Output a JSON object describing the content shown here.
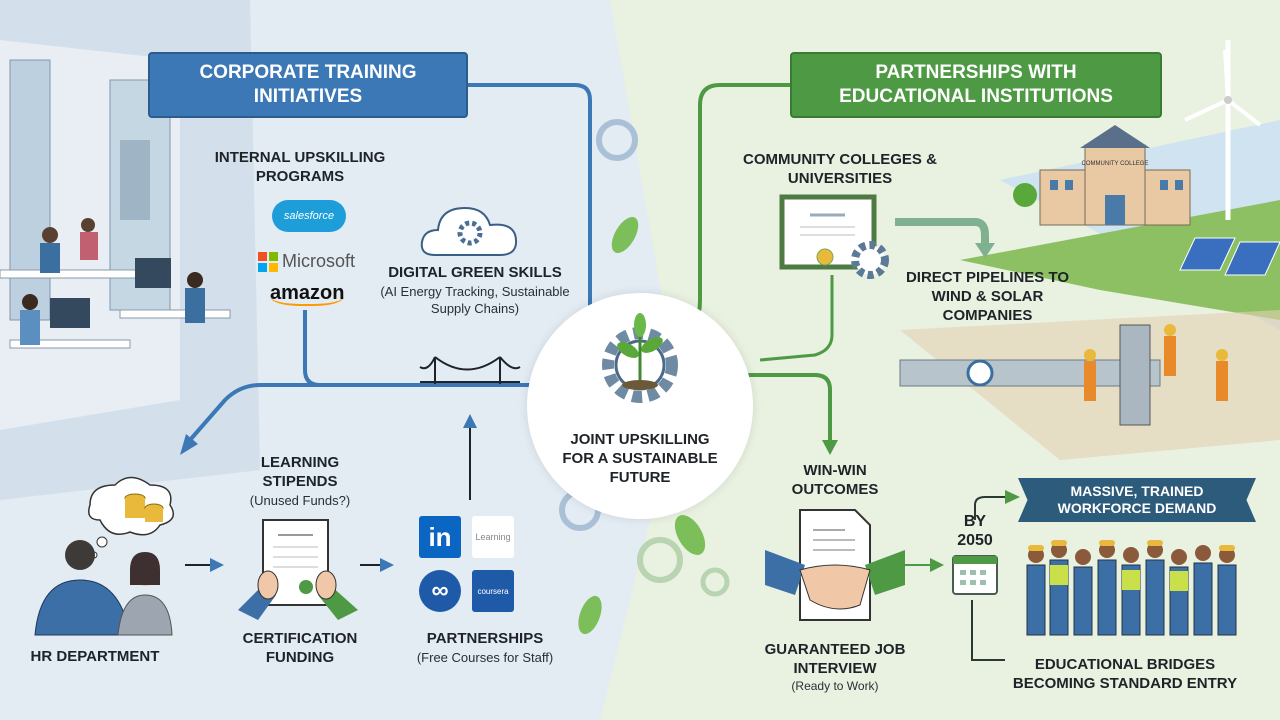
{
  "left": {
    "title": "CORPORATE TRAINING INITIATIVES",
    "internal": {
      "title": "INTERNAL UPSKILLING PROGRAMS",
      "logos": [
        "salesforce",
        "Microsoft",
        "amazon"
      ]
    },
    "digital": {
      "title": "DIGITAL GREEN SKILLS",
      "subtitle": "(AI Energy Tracking, Sustainable Supply Chains)"
    },
    "hr": {
      "title": "HR DEPARTMENT"
    },
    "stipends": {
      "title": "LEARNING STIPENDS",
      "subtitle": "(Unused Funds?)"
    },
    "certification": {
      "title": "CERTIFICATION FUNDING"
    },
    "partnerships": {
      "title": "PARTNERSHIPS",
      "subtitle": "(Free Courses for Staff)",
      "logos": [
        "in",
        "Learning",
        "coursera"
      ]
    }
  },
  "center": {
    "title": "JOINT UPSKILLING FOR A SUSTAINABLE FUTURE"
  },
  "right": {
    "title": "PARTNERSHIPS WITH EDUCATIONAL INSTITUTIONS",
    "colleges": {
      "title": "COMMUNITY COLLEGES & UNIVERSITIES",
      "building_sign": "COMMUNITY COLLEGE"
    },
    "pipelines": {
      "title": "DIRECT PIPELINES TO WIND & SOLAR COMPANIES"
    },
    "winwin": {
      "title": "WIN-WIN OUTCOMES"
    },
    "interview": {
      "title": "GUARANTEED JOB INTERVIEW",
      "subtitle": "(Ready to Work)"
    },
    "by2050": {
      "title": "BY 2050"
    },
    "banner": {
      "title": "MASSIVE, TRAINED WORKFORCE DEMAND"
    },
    "bridges": {
      "title": "EDUCATIONAL BRIDGES BECOMING STANDARD ENTRY"
    }
  },
  "colors": {
    "blue": "#3b78b5",
    "green": "#4e9a44",
    "navy": "#2d5b7b",
    "left_bg": "#e3ebf3",
    "right_bg": "#e9f1e1"
  }
}
